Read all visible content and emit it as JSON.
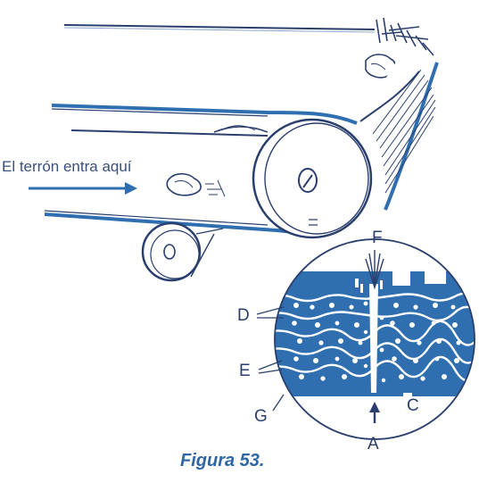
{
  "labels": {
    "entry": "El terrón entra aquí",
    "D": "D",
    "E": "E",
    "F": "F",
    "G": "G",
    "C": "C",
    "A": "A"
  },
  "caption": "Figura 53.",
  "colors": {
    "ink": "#2a3f6d",
    "belt_blue": "#2f6fb0",
    "caption_blue": "#2f67a5"
  }
}
